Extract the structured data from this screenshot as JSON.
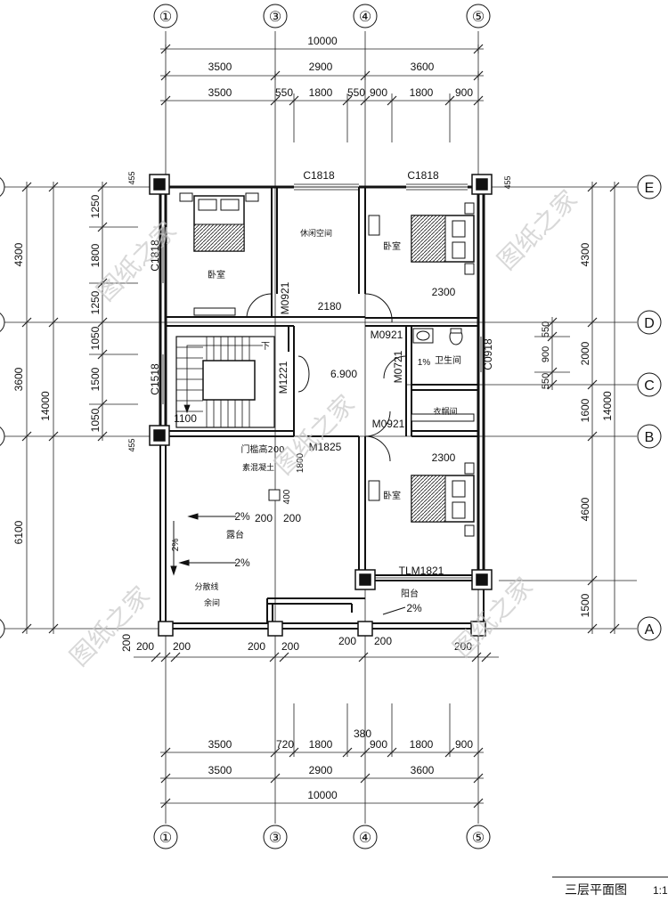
{
  "title": "三层平面图",
  "scale": "1:1",
  "axes_vertical": [
    "①",
    "③",
    "④",
    "⑤"
  ],
  "axes_horizontal": [
    "E",
    "D",
    "C",
    "B",
    "A"
  ],
  "top_dims": {
    "total": "10000",
    "row2": [
      "3500",
      "2900",
      "3600"
    ],
    "row3": [
      "3500",
      "550",
      "1800",
      "550",
      "900",
      "1800",
      "900"
    ]
  },
  "bottom_dims": {
    "total": "10000",
    "row2": [
      "3500",
      "2900",
      "3600"
    ],
    "row1": [
      "3500",
      "720",
      "1800",
      "380",
      "900",
      "1800",
      "900"
    ]
  },
  "left_dims": {
    "total": "14000",
    "row2": [
      "4300",
      "3600",
      "6100"
    ],
    "row1": [
      "1250",
      "1800",
      "1250",
      "1050",
      "1500",
      "1050",
      "455",
      "455"
    ]
  },
  "right_dims": {
    "total": "14000",
    "row2": [
      "4300",
      "2000",
      "1600",
      "4600",
      "1500"
    ],
    "row1": [
      "550",
      "900",
      "550"
    ],
    "col_e": "455"
  },
  "rooms": {
    "bedroom_tl": "卧室",
    "leisure": "休闲空间",
    "bedroom_tr": "卧室",
    "bathroom": "卫生间",
    "closet": "衣帽间",
    "bedroom_br": "卧室",
    "terrace": "露台",
    "balcony": "阳台",
    "roof_label1": "分散线",
    "roof_label2": "余间",
    "parapet1": "门槛高200",
    "parapet2": "素混凝土"
  },
  "tags": {
    "c1818_a": "C1818",
    "c1818_b": "C1818",
    "c1818_side": "C1818",
    "c1518": "C1518",
    "m0921_a": "M0921",
    "m0921_b": "M0921",
    "m0921_c": "M0921",
    "m0721": "M0721",
    "m1221": "M1221",
    "m1825": "M1825",
    "c0918": "C0918",
    "tlm1821": "TLM1821",
    "elev": "6.900",
    "w2180": "2180",
    "w2300a": "2300",
    "w2300b": "2300",
    "w1100": "1100",
    "slope1": "2%",
    "slope2": "2%",
    "slope3": "2%",
    "slope4": "1%",
    "slope5": "2%",
    "down": "下",
    "d400": "400",
    "d200a": "200",
    "d200b": "200",
    "d1800": "1800"
  },
  "bottom_small": [
    "200",
    "200",
    "200",
    "200",
    "200",
    "200",
    "200",
    "200"
  ],
  "watermark": "图纸之家"
}
